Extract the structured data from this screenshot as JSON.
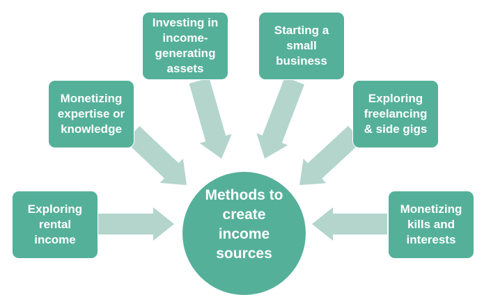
{
  "colors": {
    "node_fill": "#55b09a",
    "arrow_fill": "#b3d5cc",
    "text": "#ffffff",
    "background": "#ffffff"
  },
  "hub": {
    "label": "Methods to\ncreate\nincome\nsources"
  },
  "nodes": [
    {
      "id": "investing",
      "label": "Investing in\nincome-\ngenerating\nassets"
    },
    {
      "id": "small-business",
      "label": "Starting a\nsmall\nbusiness"
    },
    {
      "id": "expertise",
      "label": "Monetizing\nexpertise or\nknowledge"
    },
    {
      "id": "freelancing",
      "label": "Exploring\nfreelancing\n& side gigs"
    },
    {
      "id": "rental",
      "label": "Exploring\nrental\nincome"
    },
    {
      "id": "skills",
      "label": "Monetizing\nkills and\ninterests"
    }
  ],
  "edges": [
    {
      "from": "investing",
      "to": "hub"
    },
    {
      "from": "small-business",
      "to": "hub"
    },
    {
      "from": "expertise",
      "to": "hub"
    },
    {
      "from": "freelancing",
      "to": "hub"
    },
    {
      "from": "rental",
      "to": "hub"
    },
    {
      "from": "skills",
      "to": "hub"
    }
  ]
}
